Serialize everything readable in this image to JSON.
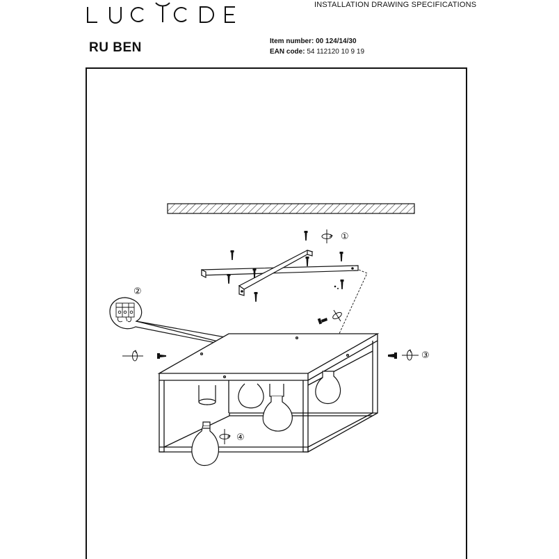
{
  "header": {
    "brand": "LUCIDE",
    "doc_type": "INSTALLATION DRAWING SPECIFICATIONS",
    "product_name": "RU BEN",
    "item_label": "Item number:",
    "item_value": "00 124/14/30",
    "ean_label": "EAN code:",
    "ean_value": "54 112120 10 9 19"
  },
  "steps": {
    "step1": "①",
    "step2": "②",
    "step3": "③",
    "step4": "④"
  },
  "icons": {
    "rotate": "rotate-arrow-icon",
    "screw": "screw-icon",
    "terminal": "terminal-block-icon"
  }
}
